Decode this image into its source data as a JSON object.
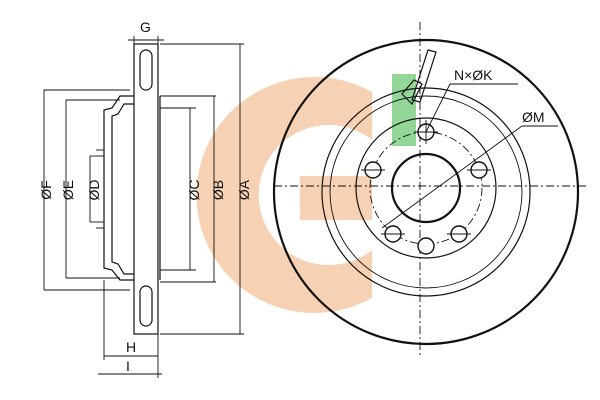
{
  "labels": {
    "g": "G",
    "f": "ØF",
    "e": "ØE",
    "d": "ØD",
    "c": "ØC",
    "b": "ØB",
    "a": "ØA",
    "h": "H",
    "i": "I",
    "nk": "N×ØK",
    "m": "ØM"
  },
  "colors": {
    "watermark_orange": "#f6c9a6",
    "watermark_green": "#7fcf86",
    "line": "#111111"
  },
  "watermark": {
    "shape": "G-logo-with-green-bar"
  }
}
